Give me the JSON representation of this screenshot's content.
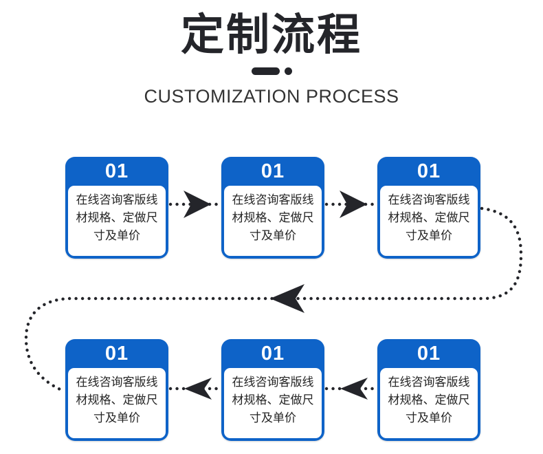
{
  "header": {
    "title_cn": "定制流程",
    "title_en": "CUSTOMIZATION PROCESS"
  },
  "steps": [
    {
      "number": "01",
      "text": "在线咨询客版线\n材规格、定做尺\n寸及单价"
    },
    {
      "number": "01",
      "text": "在线咨询客版线\n材规格、定做尺\n寸及单价"
    },
    {
      "number": "01",
      "text": "在线咨询客版线\n材规格、定做尺\n寸及单价"
    },
    {
      "number": "01",
      "text": "在线咨询客版线\n材规格、定做尺\n寸及单价"
    },
    {
      "number": "01",
      "text": "在线咨询客版线\n材规格、定做尺\n寸及单价"
    },
    {
      "number": "01",
      "text": "在线咨询客版线\n材规格、定做尺\n寸及单价"
    }
  ],
  "colors": {
    "accent_blue": "#0e63c8",
    "ink": "#24252a",
    "step_text": "#242424",
    "step_number_text": "#ffffff",
    "background": "#ffffff"
  }
}
